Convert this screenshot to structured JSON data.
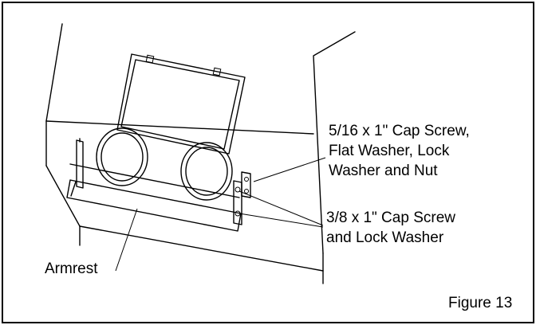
{
  "labels": {
    "cap_screw_5_16_line1": "5/16 x 1\" Cap Screw,",
    "cap_screw_5_16_line2": "Flat Washer, Lock",
    "cap_screw_5_16_line3": "Washer and Nut",
    "cap_screw_3_8_line1": "3/8 x 1\" Cap Screw",
    "cap_screw_3_8_line2": "and Lock Washer",
    "armrest": "Armrest",
    "figure_caption": "Figure 13"
  }
}
